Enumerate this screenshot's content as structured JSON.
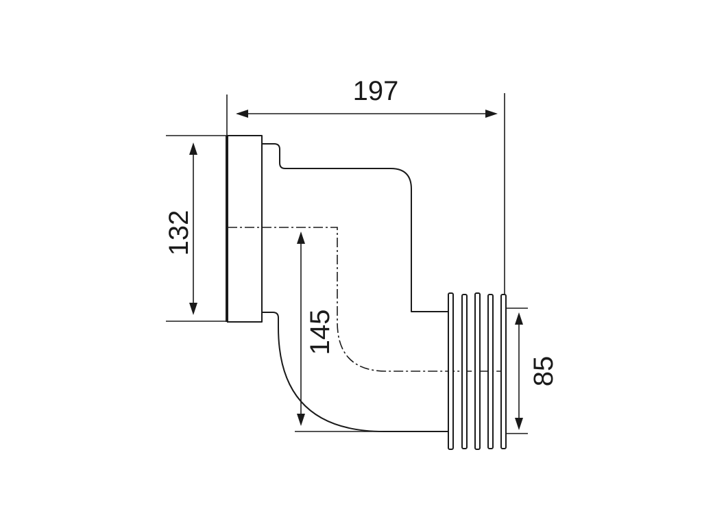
{
  "diagram": {
    "dimensions": {
      "width_label": "197",
      "inlet_height_label": "132",
      "drop_label": "145",
      "outlet_diameter_label": "85"
    },
    "colors": {
      "line": "#1a1a1a",
      "background": "#ffffff"
    }
  }
}
